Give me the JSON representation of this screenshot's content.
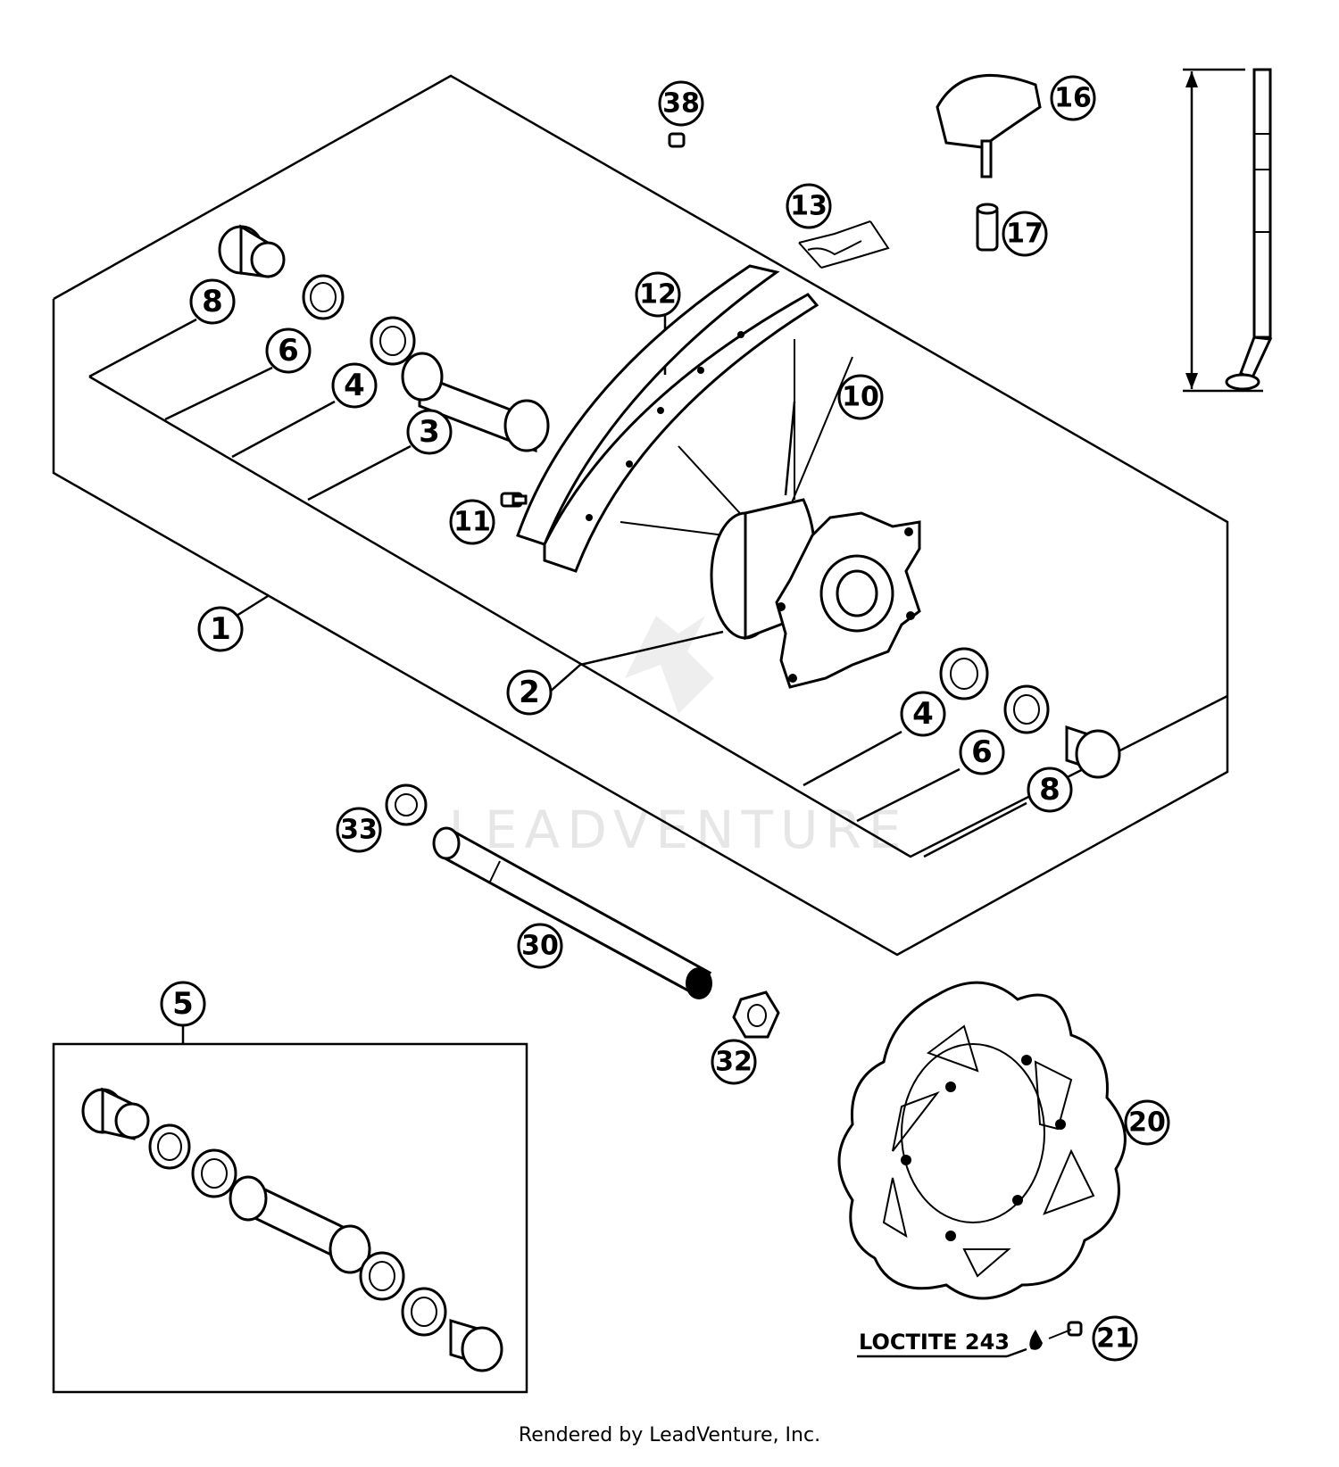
{
  "callouts": [
    "1",
    "2",
    "3",
    "4",
    "5",
    "6",
    "8",
    "10",
    "11",
    "12",
    "13",
    "16",
    "17",
    "20",
    "21",
    "30",
    "32",
    "33",
    "38"
  ],
  "note": "LOCTITE 243",
  "watermark": "LEADVENTURE",
  "footer": "Rendered by LeadVenture, Inc.",
  "colors": {
    "ink": "#000000",
    "paper": "#ffffff",
    "watermark": "#e6e6e6"
  }
}
